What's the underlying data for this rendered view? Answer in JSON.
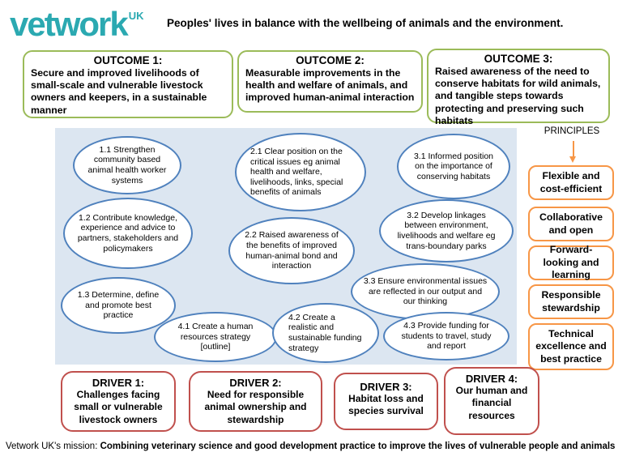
{
  "header": {
    "logo": "vetwork",
    "logo_sup": "UK",
    "tagline": "Peoples' lives in balance with the wellbeing of animals and the environment."
  },
  "outcomes": [
    {
      "title": "OUTCOME 1:",
      "body": "Secure and improved livelihoods of small-scale and vulnerable livestock owners and keepers, in a sustainable manner"
    },
    {
      "title": "OUTCOME 2:",
      "body": "Measurable improvements in the health and welfare of animals, and improved human-animal interaction"
    },
    {
      "title": "OUTCOME 3:",
      "body": "Raised awareness of the need to conserve habitats for wild animals, and tangible steps towards protecting and preserving such habitats"
    }
  ],
  "activities": [
    {
      "text": "1.1 Strengthen community based animal health worker systems"
    },
    {
      "text": "1.2 Contribute knowledge, experience and advice to partners, stakeholders and policymakers"
    },
    {
      "text": "1.3 Determine, define and promote best practice"
    },
    {
      "text": "2.1 Clear position on the critical issues eg animal health and welfare, livelihoods, links, special benefits of animals"
    },
    {
      "text": "2.2 Raised awareness of the benefits of improved human-animal bond and interaction"
    },
    {
      "text": "3.1 Informed position on the importance of conserving habitats"
    },
    {
      "text": "3.2 Develop linkages between environment, livelihoods and welfare eg trans-boundary parks"
    },
    {
      "text": "3.3 Ensure environmental issues are reflected in our output and our thinking"
    },
    {
      "text": "4.1 Create a human resources strategy [outline]"
    },
    {
      "text": "4.2 Create a realistic and sustainable funding strategy"
    },
    {
      "text": "4.3 Provide funding for students to travel, study and report"
    }
  ],
  "principles": {
    "label": "PRINCIPLES",
    "items": [
      "Flexible and cost-efficient",
      "Collaborative and open",
      "Forward-looking and learning",
      "Responsible stewardship",
      "Technical excellence and best practice"
    ]
  },
  "drivers": [
    {
      "title": "DRIVER 1:",
      "body": "Challenges facing small or vulnerable livestock owners"
    },
    {
      "title": "DRIVER 2:",
      "body": "Need for responsible animal ownership and stewardship"
    },
    {
      "title": "DRIVER 3:",
      "body": "Habitat loss and species survival"
    },
    {
      "title": "DRIVER 4:",
      "body": "Our human and financial resources"
    }
  ],
  "mission": {
    "prefix": "Vetwork UK's mission: ",
    "statement": "Combining veterinary science and good development practice to improve the lives of vulnerable people and animals"
  },
  "colors": {
    "brand_teal": "#2BA9B1",
    "outcome_green": "#9BBB59",
    "panel_blue": "#DCE6F1",
    "ellipse_blue": "#4F81BD",
    "principle_orange": "#F79646",
    "driver_red": "#C0504D"
  }
}
